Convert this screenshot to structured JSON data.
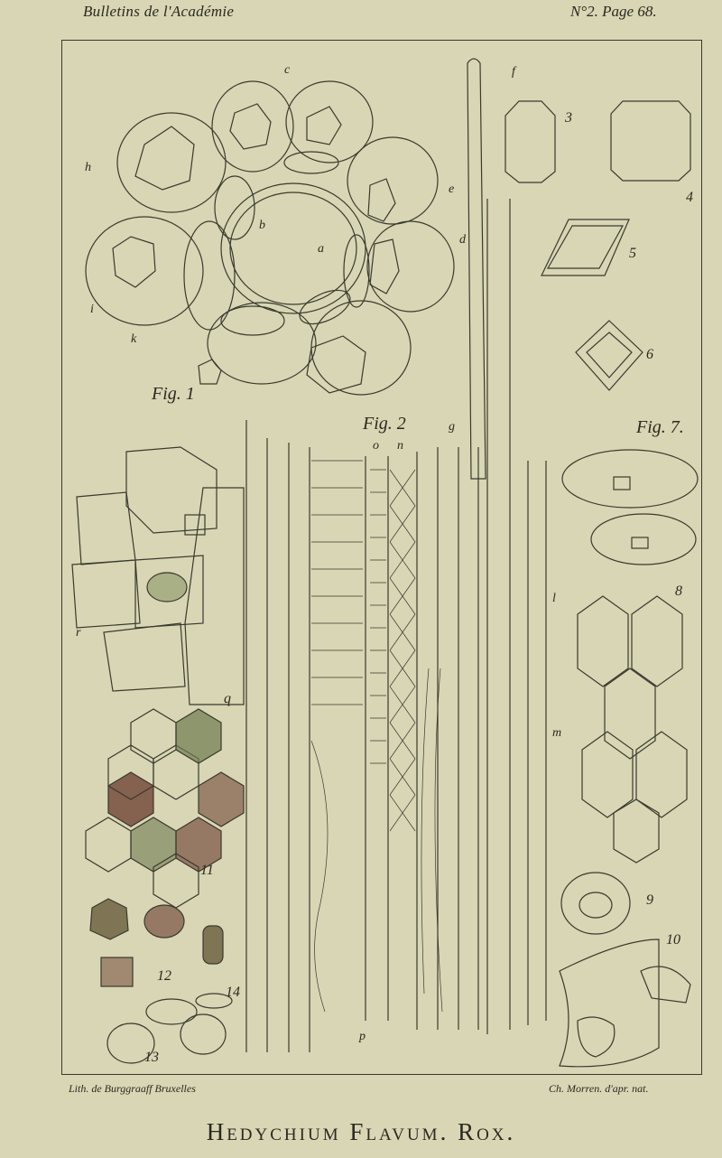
{
  "header": {
    "left": "Bulletins de l'Académie",
    "right": "N°2. Page 68."
  },
  "footer": {
    "left": "Lith. de Burggraaff Bruxelles",
    "right": "Ch. Morren. d'apr. nat."
  },
  "title": "Hedychium Flavum. Rox.",
  "figures": {
    "fig1": "Fig. 1",
    "fig2": "Fig. 2",
    "fig7": "Fig. 7."
  },
  "numbers": {
    "n3": "3",
    "n4": "4",
    "n5": "5",
    "n6": "6",
    "n8": "8",
    "n9": "9",
    "n10": "10",
    "n11": "11",
    "n12": "12",
    "n13": "13",
    "n14": "14",
    "nq": "q"
  },
  "letters": {
    "a": "a",
    "b": "b",
    "c": "c",
    "d": "d",
    "e": "e",
    "f": "f",
    "g": "g",
    "h": "h",
    "i": "i",
    "k": "k",
    "l": "l",
    "m": "m",
    "n": "n",
    "o": "o",
    "p": "p",
    "r": "r"
  },
  "colors": {
    "paper": "#d8d6b4",
    "ink": "#2a2820",
    "cell_green": "#6f7a50",
    "cell_brown": "#6a3a2e"
  }
}
